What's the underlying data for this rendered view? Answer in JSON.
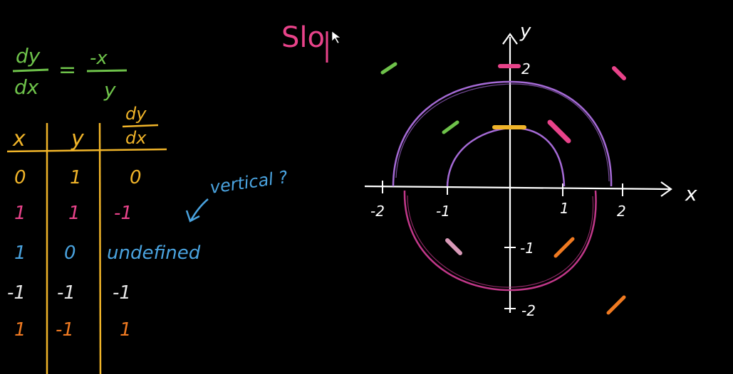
{
  "colors": {
    "green": "#6ec24a",
    "yellow": "#f0b429",
    "pink": "#e8438a",
    "blue": "#4aa3df",
    "purple": "#a56ad6",
    "magenta": "#c2388a",
    "orange": "#f07a21",
    "lightpink": "#d99ab8",
    "white": "#ffffff"
  },
  "title": "Slo",
  "equation": {
    "numerator_left": "dy",
    "denominator_left": "dx",
    "equals": "=",
    "numerator_right": "-x",
    "denominator_right": "y"
  },
  "table": {
    "headers": [
      "x",
      "y",
      "dy",
      "dx"
    ],
    "rows": [
      [
        "0",
        "1",
        "0"
      ],
      [
        "1",
        "1",
        "-1"
      ],
      [
        "1",
        "0",
        "undefined"
      ],
      [
        "-1",
        "-1",
        "-1"
      ],
      [
        "1",
        "-1",
        "1"
      ]
    ],
    "row_colors": [
      "yellow",
      "pink",
      "blue",
      "white",
      "orange"
    ]
  },
  "annotation": "vertical ?",
  "axes": {
    "x_label": "x",
    "y_label": "y",
    "x_ticks": [
      "-2",
      "-1",
      "1",
      "2"
    ],
    "y_ticks": [
      "2",
      "-1",
      "-2"
    ]
  }
}
